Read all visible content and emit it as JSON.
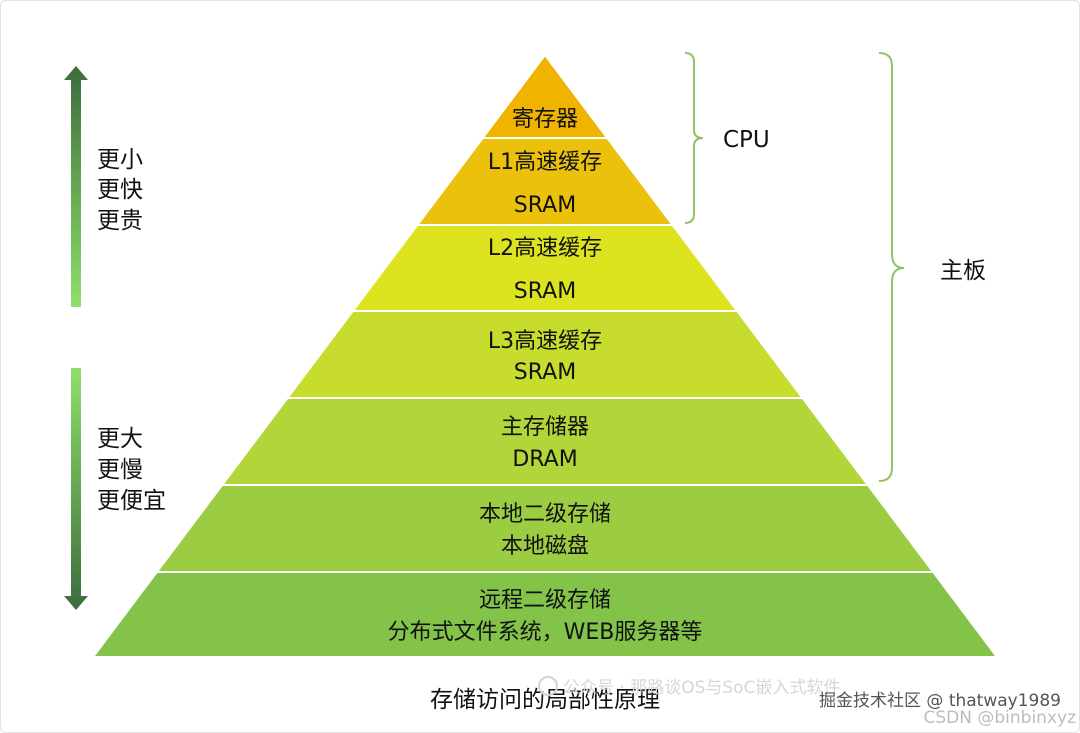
{
  "caption": "存储访问的局部性原理",
  "layers": [
    {
      "lines": [
        "寄存器"
      ],
      "color": "#f0b400"
    },
    {
      "lines": [
        "L1高速缓存",
        "SRAM"
      ],
      "color": "#ecc10c"
    },
    {
      "lines": [
        "L2高速缓存",
        "SRAM"
      ],
      "color": "#dde31f"
    },
    {
      "lines": [
        "L3高速缓存",
        "SRAM"
      ],
      "color": "#c8dc2d"
    },
    {
      "lines": [
        "主存储器",
        "DRAM"
      ],
      "color": "#b2d53a"
    },
    {
      "lines": [
        "本地二级存储",
        "本地磁盘"
      ],
      "color": "#9ccc42"
    },
    {
      "lines": [
        "远程二级存储",
        "分布式文件系统，WEB服务器等"
      ],
      "color": "#84c34a"
    }
  ],
  "left_labels": {
    "upper": [
      "更小",
      "更快",
      "更贵"
    ],
    "lower": [
      "更大",
      "更慢",
      "更便宜"
    ]
  },
  "brackets": {
    "cpu": "CPU",
    "mainboard": "主板"
  },
  "watermarks": {
    "wechat": "公众号 · 那路谈OS与SoC嵌入式软件",
    "juejin": "掘金技术社区 @ thatway1989",
    "csdn": "CSDN @binbinxyz"
  }
}
